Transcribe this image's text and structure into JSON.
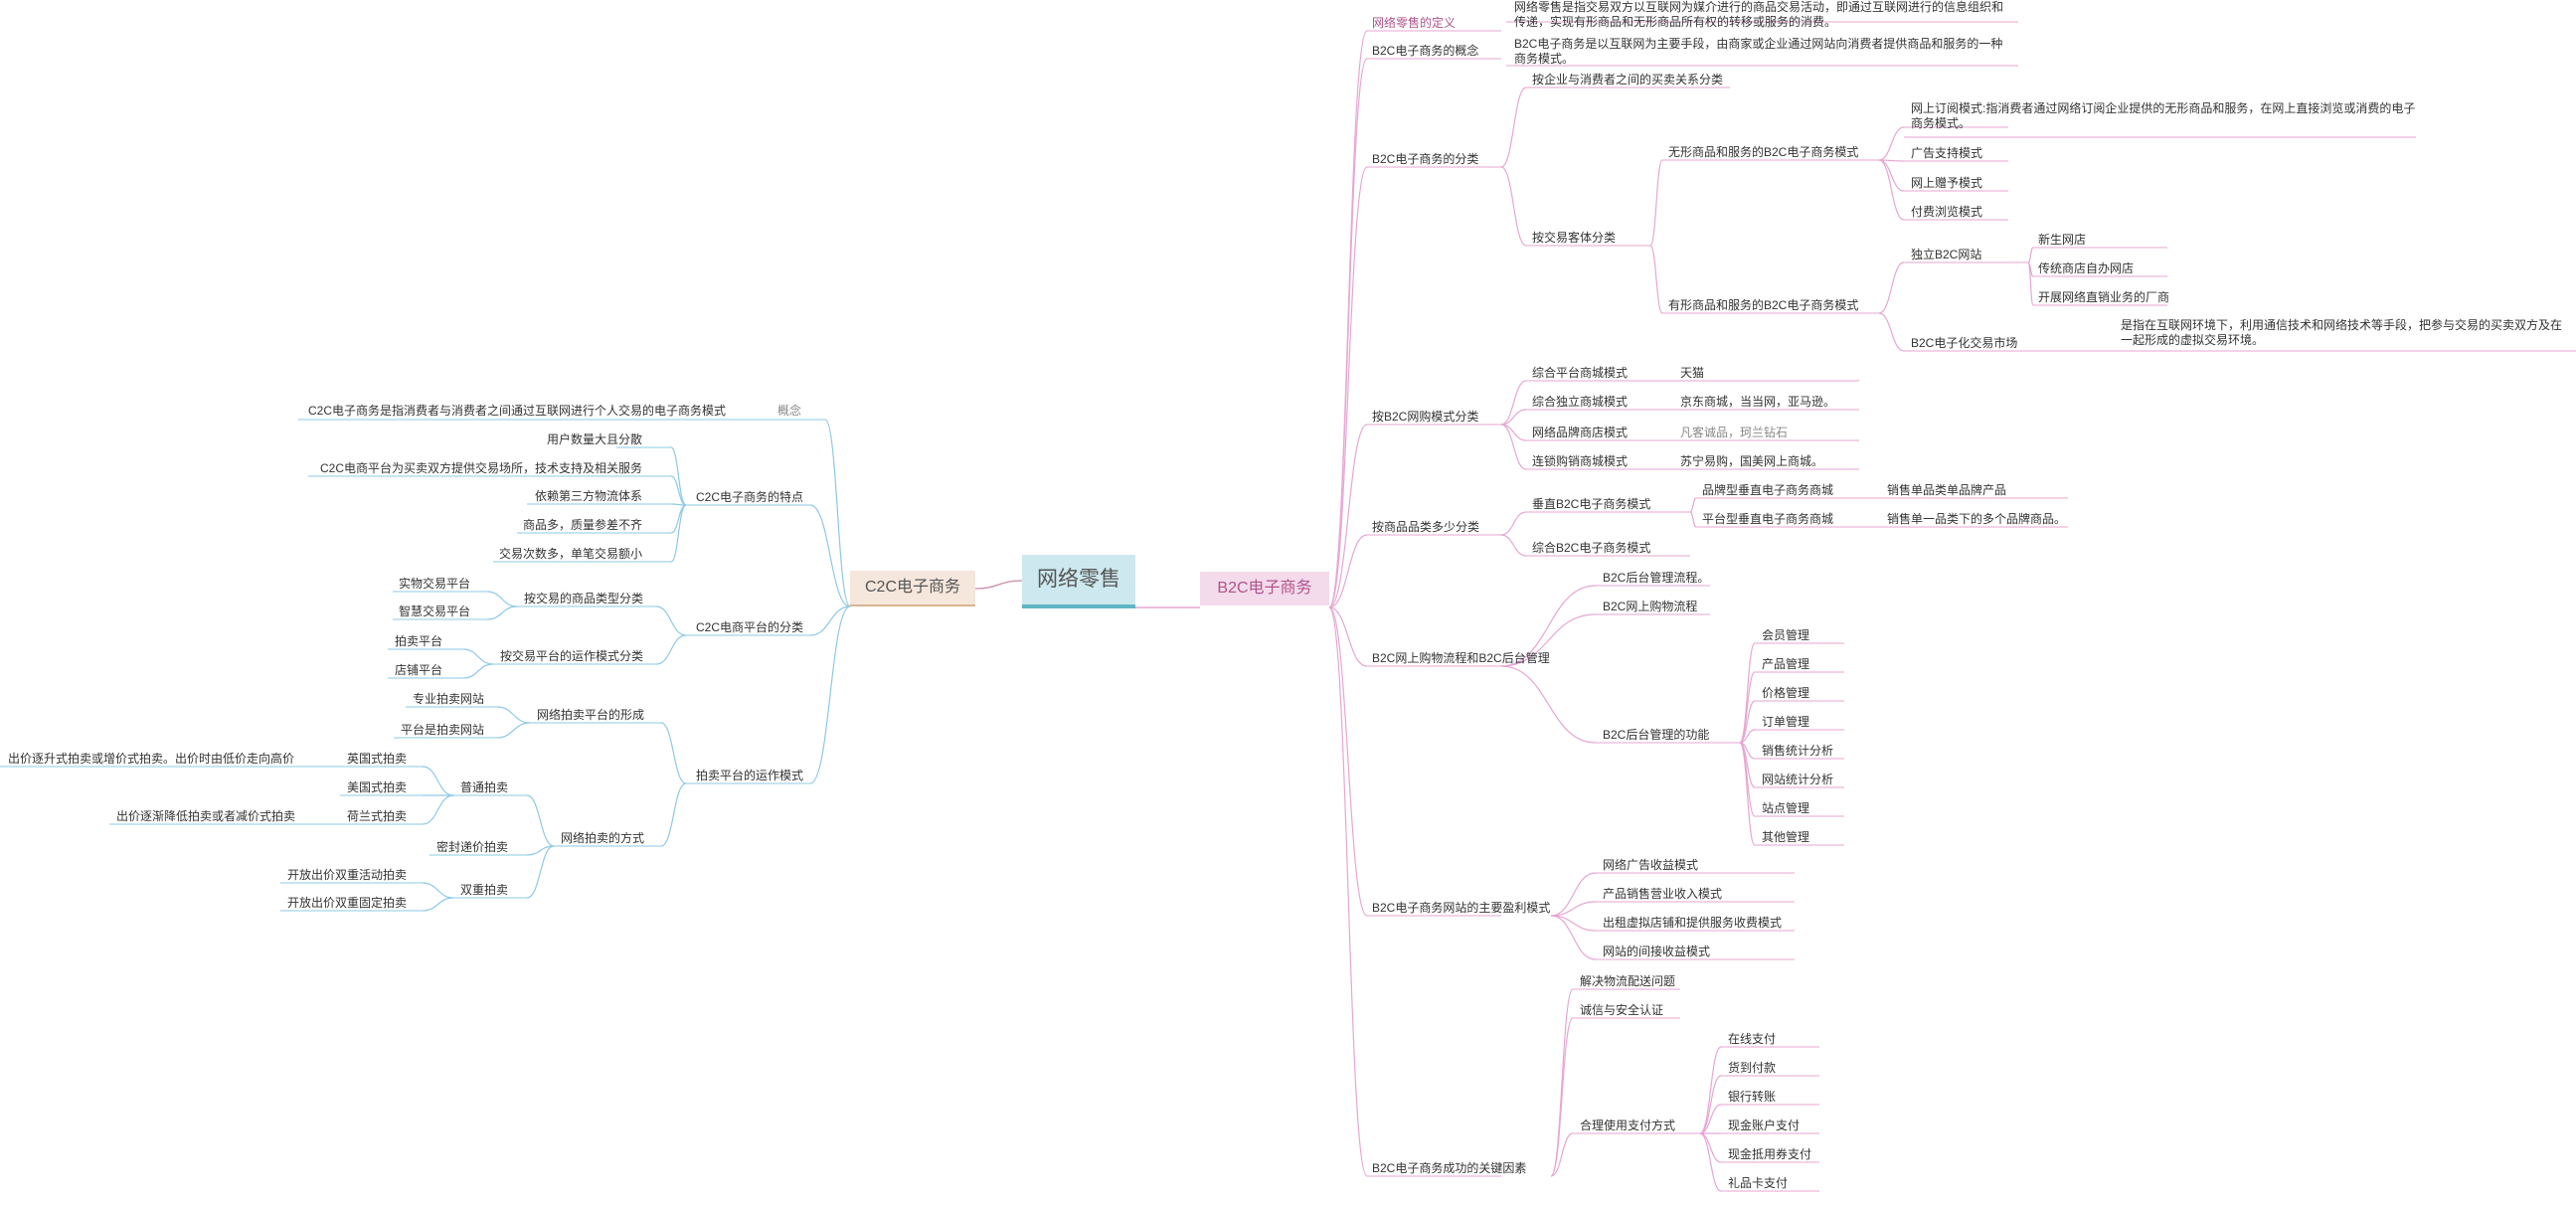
{
  "root": "网络零售",
  "c2c": {
    "label": "C2C电子商务",
    "concept": {
      "label": "概念",
      "text": "C2C电子商务是指消费者与消费者之间通过互联网进行个人交易的电子商务模式"
    },
    "features": {
      "label": "C2C电子商务的特点",
      "items": [
        "用户数量大且分散",
        "C2C电商平台为买卖双方提供交易场所，技术支持及相关服务",
        "依赖第三方物流体系",
        "商品多，质量参差不齐",
        "交易次数多，单笔交易额小"
      ]
    },
    "classification": {
      "label": "C2C电商平台的分类",
      "by_goods": {
        "label": "按交易的商品类型分类",
        "items": [
          "实物交易平台",
          "智慧交易平台"
        ]
      },
      "by_operation": {
        "label": "按交易平台的运作模式分类",
        "items": [
          "拍卖平台",
          "店铺平台"
        ]
      }
    },
    "auction": {
      "label": "拍卖平台的运作模式",
      "forms": {
        "label": "网络拍卖平台的形成",
        "items": [
          "专业拍卖网站",
          "平台是拍卖网站"
        ]
      },
      "methods": {
        "label": "网络拍卖的方式",
        "ordinary": {
          "label": "普通拍卖",
          "english": {
            "label": "英国式拍卖",
            "note": "出价逐升式拍卖或增价式拍卖。出价时由低价走向高价"
          },
          "american": {
            "label": "美国式拍卖"
          },
          "dutch": {
            "label": "荷兰式拍卖",
            "note": "出价逐渐降低拍卖或者减价式拍卖"
          }
        },
        "sealed": "密封递价拍卖",
        "double": {
          "label": "双重拍卖",
          "items": [
            "开放出价双重活动拍卖",
            "开放出价双重固定拍卖"
          ]
        }
      }
    }
  },
  "b2c": {
    "label": "B2C电子商务",
    "definition": {
      "label": "网络零售的定义",
      "text": "网络零售是指交易双方以互联网为媒介进行的商品交易活动，即通过互联网进行的信息组织和传递，实现有形商品和无形商品所有权的转移或服务的消费。"
    },
    "concept": {
      "label": "B2C电子商务的概念",
      "text": "B2C电子商务是以互联网为主要手段，由商家或企业通过网站向消费者提供商品和服务的一种商务模式。"
    },
    "classification": {
      "label": "B2C电子商务的分类",
      "by_relation": "按企业与消费者之间的买卖关系分类",
      "by_object": {
        "label": "按交易客体分类",
        "intangible": {
          "label": "无形商品和服务的B2C电子商务模式",
          "items": [
            "网上订阅模式:指消费者通过网络订阅企业提供的无形商品和服务，在网上直接浏览或消费的电子商务模式。",
            "广告支持模式",
            "网上赠予模式",
            "付费浏览模式"
          ]
        },
        "tangible": {
          "label": "有形商品和服务的B2C电子商务模式",
          "independent": {
            "label": "独立B2C网站",
            "items": [
              "新生网店",
              "传统商店自办网店",
              "开展网络直销业务的厂商"
            ]
          },
          "market": {
            "label": "B2C电子化交易市场",
            "text": "是指在互联网环境下，利用通信技术和网络技术等手段，把参与交易的买卖双方及在一起形成的虚拟交易环境。"
          }
        }
      }
    },
    "shopping_modes": {
      "label": "按B2C网购模式分类",
      "items": [
        {
          "label": "综合平台商城模式",
          "example": "天猫"
        },
        {
          "label": "综合独立商城模式",
          "example": "京东商城，当当网，亚马逊。"
        },
        {
          "label": "网络品牌商店模式",
          "example": "凡客诚品，珂兰钻石"
        },
        {
          "label": "连锁购销商城模式",
          "example": "苏宁易购，国美网上商城。"
        }
      ]
    },
    "category_count": {
      "label": "按商品品类多少分类",
      "vertical": {
        "label": "垂直B2C电子商务模式",
        "items": [
          {
            "label": "品牌型垂直电子商务商城",
            "note": "销售单品类单品牌产品"
          },
          {
            "label": "平台型垂直电子商务商城",
            "note": "销售单一品类下的多个品牌商品。"
          }
        ]
      },
      "comprehensive": "综合B2C电子商务模式"
    },
    "process": {
      "label": "B2C网上购物流程和B2C后台管理",
      "backend_process": "B2C后台管理流程。",
      "shopping_process": "B2C网上购物流程",
      "functions": {
        "label": "B2C后台管理的功能",
        "items": [
          "会员管理",
          "产品管理",
          "价格管理",
          "订单管理",
          "销售统计分析",
          "网站统计分析",
          "站点管理",
          "其他管理"
        ]
      }
    },
    "profit": {
      "label": "B2C电子商务网站的主要盈利模式",
      "items": [
        "网络广告收益模式",
        "产品销售营业收入模式",
        "出租虚拟店铺和提供服务收费模式",
        "网站的间接收益模式"
      ]
    },
    "success": {
      "label": "B2C电子商务成功的关键因素",
      "items": [
        "解决物流配送问题",
        "诚信与安全认证"
      ],
      "payment": {
        "label": "合理使用支付方式",
        "items": [
          "在线支付",
          "货到付款",
          "银行转账",
          "现金账户支付",
          "现金抵用券支付",
          "礼品卡支付"
        ]
      }
    }
  }
}
